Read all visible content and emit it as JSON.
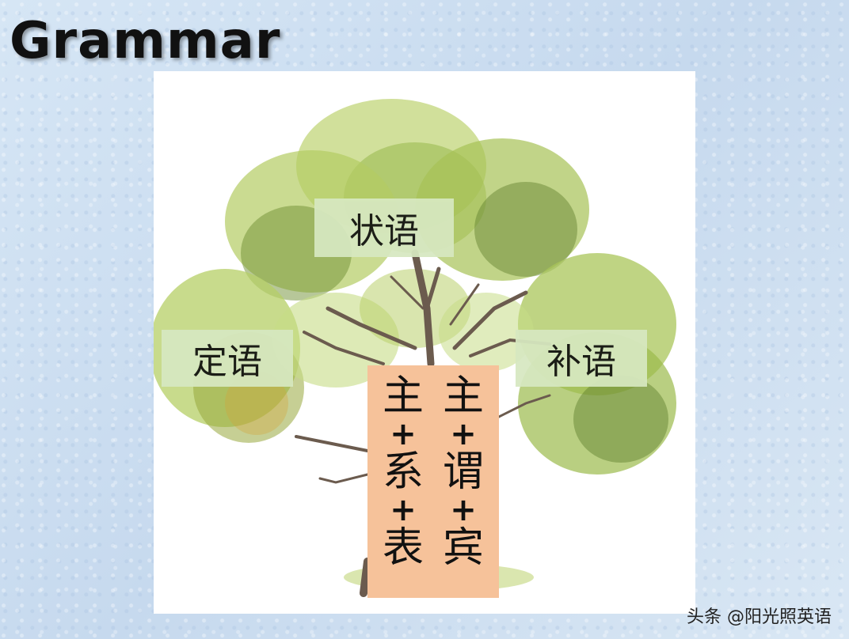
{
  "slide": {
    "title": "Grammar"
  },
  "diagram": {
    "labels": {
      "adverbial": "状语",
      "attributive": "定语",
      "complement": "补语"
    },
    "trunk": {
      "left_column": [
        "主",
        "+",
        "系",
        "+",
        "表"
      ],
      "right_column": [
        "主",
        "+",
        "谓",
        "+",
        "宾"
      ]
    }
  },
  "watermark": {
    "text": "头条 @阳光照英语"
  },
  "colors": {
    "background": "#cfe0f1",
    "label_box": "#d7e8c1",
    "trunk_box": "#f6c29a",
    "foliage": "#8fb34a"
  }
}
